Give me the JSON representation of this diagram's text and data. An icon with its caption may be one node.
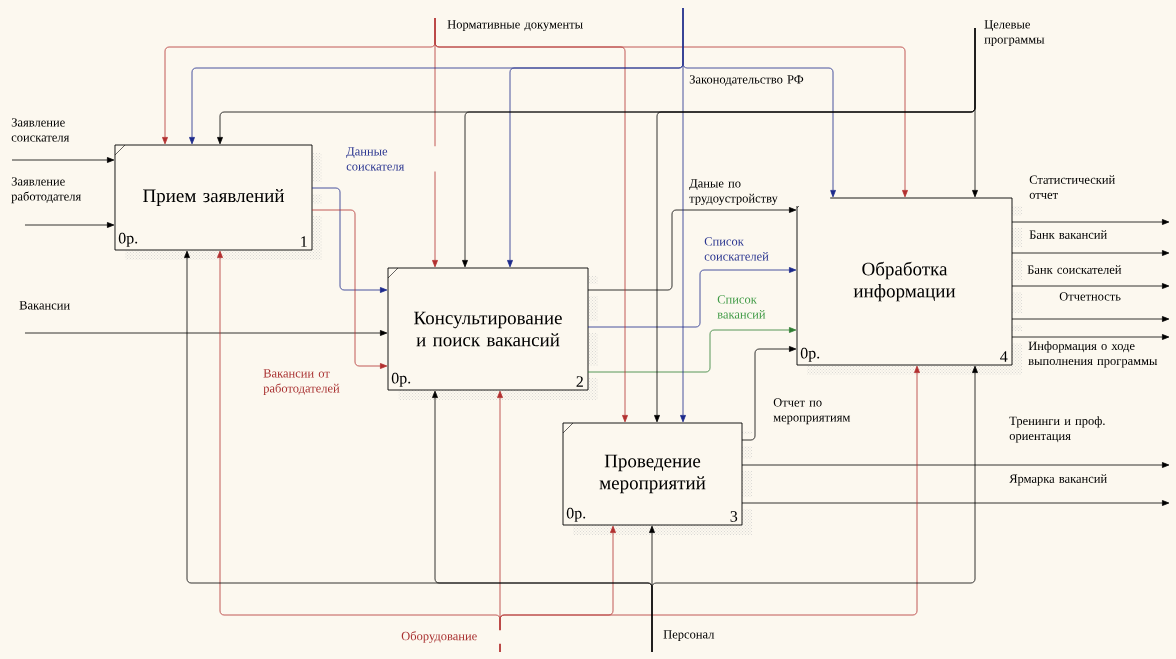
{
  "diagram": {
    "nodes": [
      {
        "text": [
          "Прием заявлений",
          "0р.",
          "1"
        ]
      },
      {
        "text": [
          "Консультирование и поиск вакансий",
          "0р.",
          "2"
        ]
      },
      {
        "text": [
          "Проведение мероприятий",
          "0р.",
          "3"
        ]
      },
      {
        "text": [
          "Обработка информации",
          "0р.",
          "4"
        ]
      }
    ],
    "edges": [
      {
        "from": null,
        "to": 0,
        "arrow": "to",
        "label": "Заявление соискателя"
      },
      {
        "from": null,
        "to": 0,
        "arrow": "to",
        "label": "Заявление работодателя"
      },
      {
        "from": null,
        "to": 1,
        "arrow": "to",
        "label": "Вакансии"
      },
      {
        "from": 0,
        "to": 1,
        "arrow": "to",
        "label": "Данные соискателя",
        "color": "#1c2a8c"
      },
      {
        "from": 0,
        "to": 1,
        "arrow": "to",
        "label": "Вакансии от работодателей",
        "color": "#b23030"
      },
      {
        "from": 1,
        "to": 3,
        "arrow": "to",
        "label": "Даные по трудоустройству"
      },
      {
        "from": 1,
        "to": 3,
        "arrow": "to",
        "label": "Список соискателей",
        "color": "#1c2a8c"
      },
      {
        "from": 1,
        "to": 3,
        "arrow": "to",
        "label": "Список вакансий",
        "color": "#2e7d32"
      },
      {
        "from": 2,
        "to": 3,
        "arrow": "to",
        "label": "Отчет по мероприятиям"
      },
      {
        "from": 3,
        "to": null,
        "arrow": "to",
        "label": "Статистический отчет"
      },
      {
        "from": 3,
        "to": null,
        "arrow": "to",
        "label": "Банк вакансий"
      },
      {
        "from": 3,
        "to": null,
        "arrow": "to",
        "label": "Банк соискателей"
      },
      {
        "from": 3,
        "to": null,
        "arrow": "to",
        "label": "Отчетность"
      },
      {
        "from": 3,
        "to": null,
        "arrow": "to",
        "label": "Информация о ходе выполнения программы"
      },
      {
        "from": 2,
        "to": null,
        "arrow": "to",
        "label": "Тренинги и проф. ориентация"
      },
      {
        "from": 2,
        "to": null,
        "arrow": "to",
        "label": "Ярмарка вакансий"
      },
      {
        "from": null,
        "to": 1,
        "arrow": "to",
        "label": "Нормативные документы",
        "color": "#b23030"
      },
      {
        "from": null,
        "to": 0,
        "arrow": "to",
        "color": "#b23030"
      },
      {
        "from": null,
        "to": 2,
        "arrow": "to",
        "color": "#b23030"
      },
      {
        "from": null,
        "to": 3,
        "arrow": "to",
        "color": "#b23030"
      },
      {
        "from": null,
        "to": 2,
        "arrow": "to",
        "label": "Законодательство РФ",
        "color": "#1c2a8c"
      },
      {
        "from": null,
        "to": 0,
        "arrow": "to",
        "color": "#1c2a8c"
      },
      {
        "from": null,
        "to": 1,
        "arrow": "to",
        "color": "#1c2a8c"
      },
      {
        "from": null,
        "to": 3,
        "arrow": "to",
        "color": "#1c2a8c"
      },
      {
        "from": null,
        "to": 3,
        "arrow": "to",
        "label": "Целевые программы"
      },
      {
        "from": null,
        "to": 0,
        "arrow": "to"
      },
      {
        "from": null,
        "to": 1,
        "arrow": "to"
      },
      {
        "from": null,
        "to": 2,
        "arrow": "to"
      },
      {
        "from": null,
        "to": 1,
        "arrow": "to",
        "label": "Оборудование",
        "color": "#b23030"
      },
      {
        "from": null,
        "to": 0,
        "arrow": "to",
        "color": "#b23030"
      },
      {
        "from": null,
        "to": 2,
        "arrow": "to",
        "color": "#b23030"
      },
      {
        "from": null,
        "to": 3,
        "arrow": "to",
        "color": "#b23030"
      },
      {
        "from": null,
        "to": 2,
        "arrow": "to",
        "label": "Персонал"
      },
      {
        "from": null,
        "to": 0,
        "arrow": "to"
      },
      {
        "from": null,
        "to": 1,
        "arrow": "to"
      },
      {
        "from": null,
        "to": 3,
        "arrow": "to"
      }
    ]
  }
}
